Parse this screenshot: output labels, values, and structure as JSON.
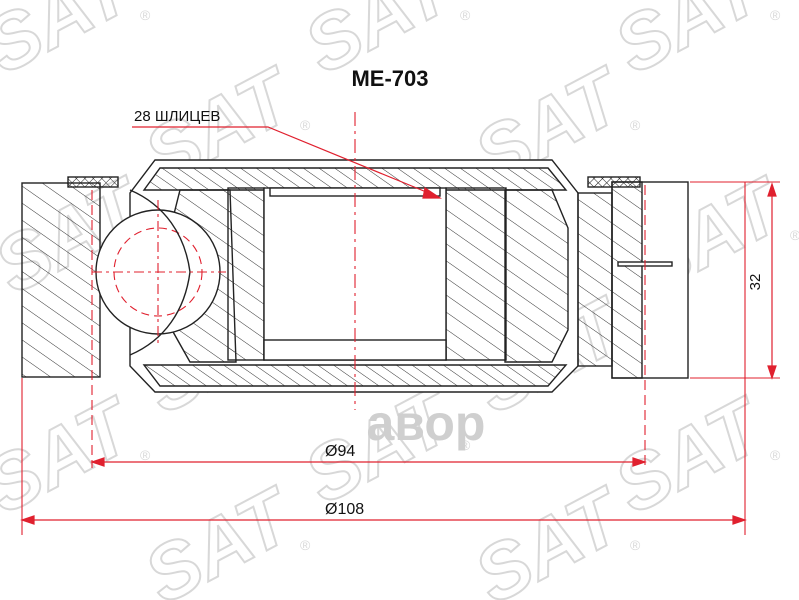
{
  "part_number": "ME-703",
  "spline_label": "28 ШЛИЦЕВ",
  "dimensions": {
    "height": "32",
    "inner_diameter": "Ø94",
    "outer_diameter": "Ø108"
  },
  "watermark": {
    "brand": "SAT",
    "registered": "®",
    "secondary": "aвоp"
  },
  "colors": {
    "line": "#222222",
    "dimension": "#e0202e",
    "hatch": "#333333",
    "watermark": "#d8d8d8",
    "watermark_secondary": "#cfcfcf"
  }
}
